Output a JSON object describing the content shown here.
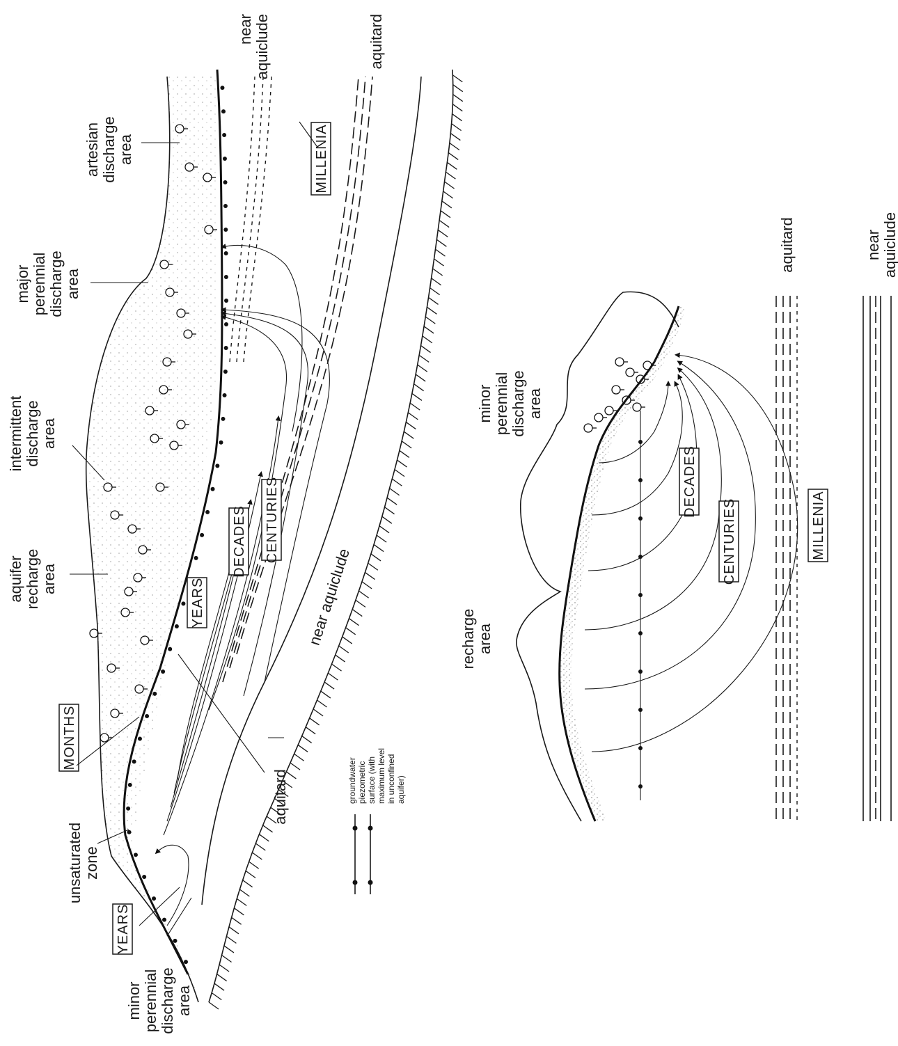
{
  "diagram_a": {
    "labels": {
      "near_aquiclude_top": [
        "near",
        "aquiclude"
      ],
      "aquitard_top": "aquitard",
      "artesian": [
        "artesian",
        "discharge",
        "area"
      ],
      "major": [
        "major",
        "perennial",
        "discharge",
        "area"
      ],
      "intermittent": [
        "intermittent",
        "discharge",
        "area"
      ],
      "aquifer_recharge": [
        "aquifer",
        "recharge",
        "area"
      ],
      "unsaturated": [
        "unsaturated",
        "zone"
      ],
      "minor": [
        "minor",
        "perennial",
        "discharge",
        "area"
      ],
      "aquitard_bottom": "aquitard",
      "near_aquiclude_bottom": "near aquiclude"
    },
    "time_boxes": {
      "millenia": "MILLENIA",
      "decades": "DECADES",
      "centuries": "CENTURIES",
      "years_upper": "YEARS",
      "months": "MONTHS",
      "years_lower": "YEARS"
    },
    "legend": [
      "groundwater",
      "piezometric",
      "surface (with",
      "maximum level",
      "in unconfined",
      "aquifer)"
    ]
  },
  "diagram_b": {
    "labels": {
      "minor": [
        "minor",
        "perennial",
        "discharge",
        "area"
      ],
      "recharge": [
        "recharge",
        "area"
      ],
      "aquitard": "aquitard",
      "near_aquiclude": [
        "near",
        "aquiclude"
      ]
    },
    "time_boxes": {
      "decades": "DECADES",
      "centuries": "CENTURIES",
      "millenia": "MILLENIA"
    }
  }
}
